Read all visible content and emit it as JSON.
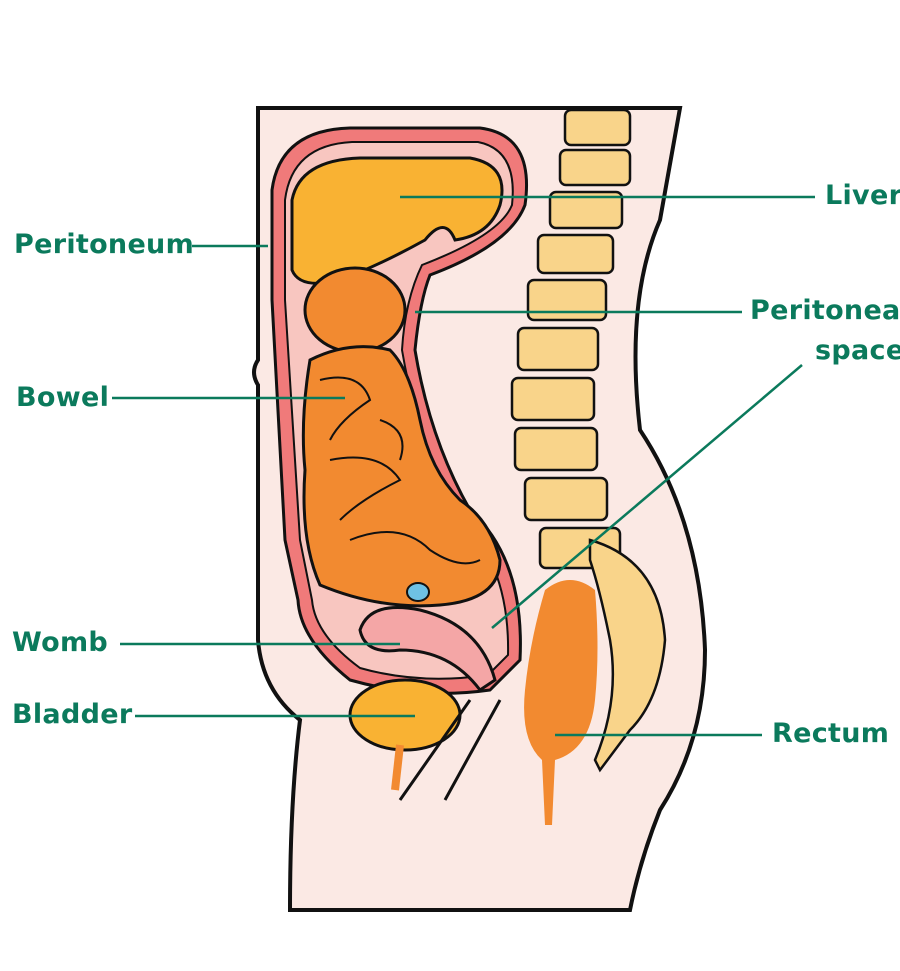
{
  "title": "Side view of the female abdomen showing the peritoneum",
  "colors": {
    "label": "#0b7a5c",
    "skin": "#fbe9e4",
    "peritoneum": "#f07a7a",
    "space": "#f8c6c0",
    "liver": "#f9b233",
    "bowel": "#f28a30",
    "bone": "#f9d48a"
  },
  "labels": {
    "peritoneum": "Peritoneum",
    "liver": "Liver",
    "peritoneal_space_1": "Peritoneal",
    "peritoneal_space_2": "space",
    "bowel": "Bowel",
    "womb": "Womb",
    "bladder": "Bladder",
    "rectum": "Rectum"
  }
}
